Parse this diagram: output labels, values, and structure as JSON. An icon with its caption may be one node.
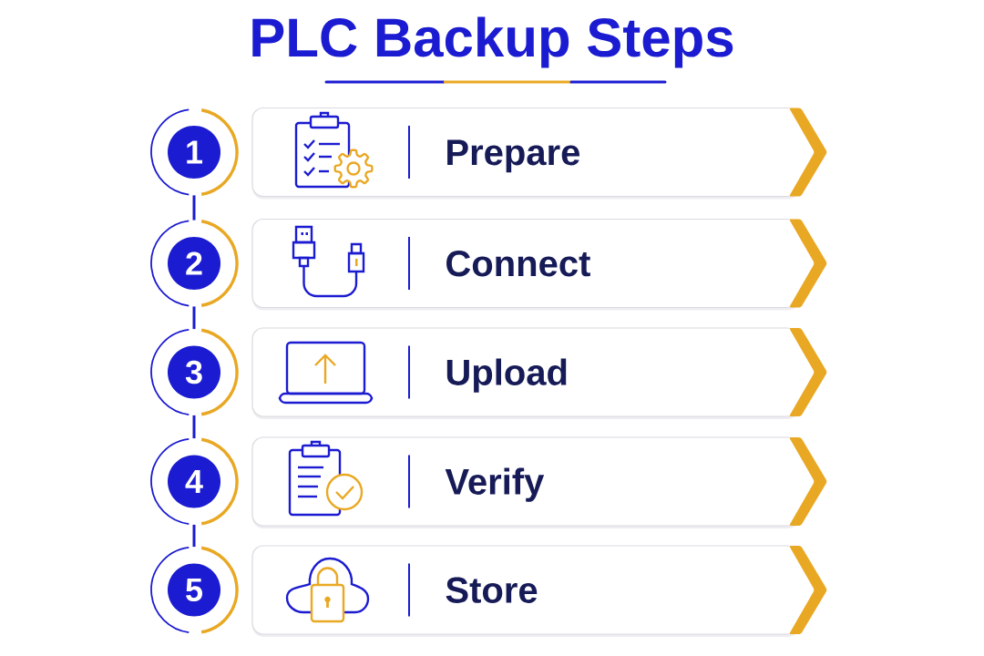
{
  "diagram": {
    "title": "PLC Backup Steps",
    "nodes": [
      {
        "text": [
          "1"
        ]
      },
      {
        "text": [
          "Prepare"
        ]
      },
      {
        "text": [
          "2"
        ]
      },
      {
        "text": [
          "Connect"
        ]
      },
      {
        "text": [
          "3"
        ]
      },
      {
        "text": [
          "Upload"
        ]
      },
      {
        "text": [
          "4"
        ]
      },
      {
        "text": [
          "Verify"
        ]
      },
      {
        "text": [
          "5"
        ]
      },
      {
        "text": [
          "Store"
        ]
      }
    ],
    "edges": [
      {
        "from": 0,
        "to": 2,
        "arrow": "none"
      },
      {
        "from": 2,
        "to": 4,
        "arrow": "none"
      },
      {
        "from": 4,
        "to": 6,
        "arrow": "none"
      },
      {
        "from": 6,
        "to": 8,
        "arrow": "none"
      }
    ]
  }
}
